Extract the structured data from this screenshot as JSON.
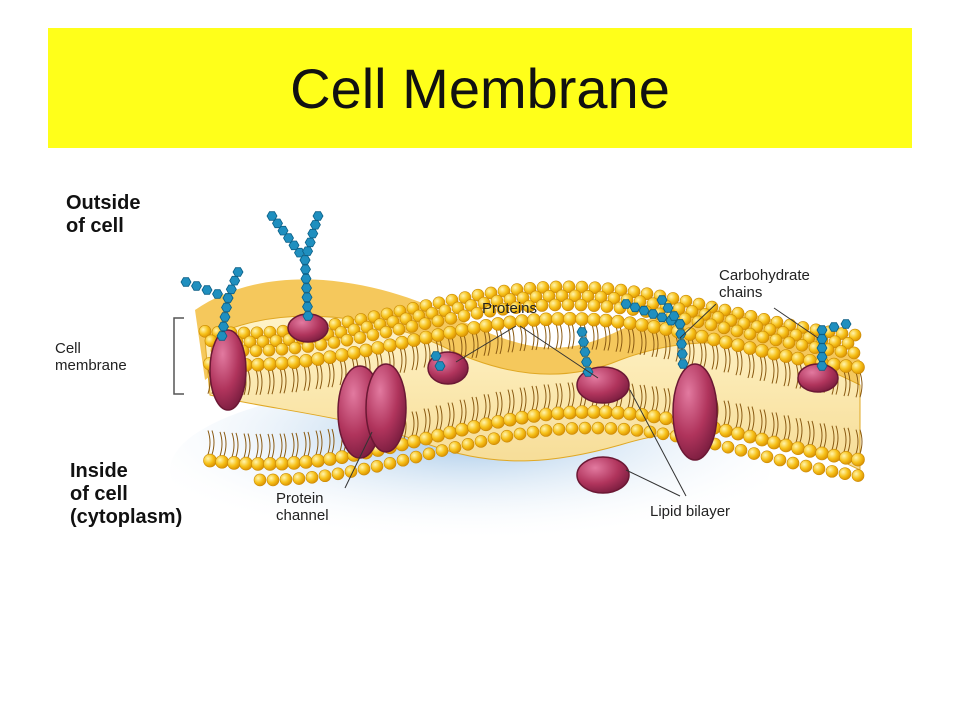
{
  "title": "Cell Membrane",
  "labels": {
    "outside": "Outside\nof cell",
    "inside": "Inside\nof cell\n(cytoplasm)",
    "cell_membrane": "Cell\nmembrane",
    "proteins": "Proteins",
    "carbohydrate_chains": "Carbohydrate\nchains",
    "protein_channel": "Protein\nchannel",
    "lipid_bilayer": "Lipid bilayer"
  },
  "colors": {
    "title_background": "#ffff1a",
    "phospholipid_head": "#f5b80f",
    "protein": "#b0345c",
    "carbohydrate": "#1f8fbf",
    "inner_shading": "#a9cbe8"
  }
}
